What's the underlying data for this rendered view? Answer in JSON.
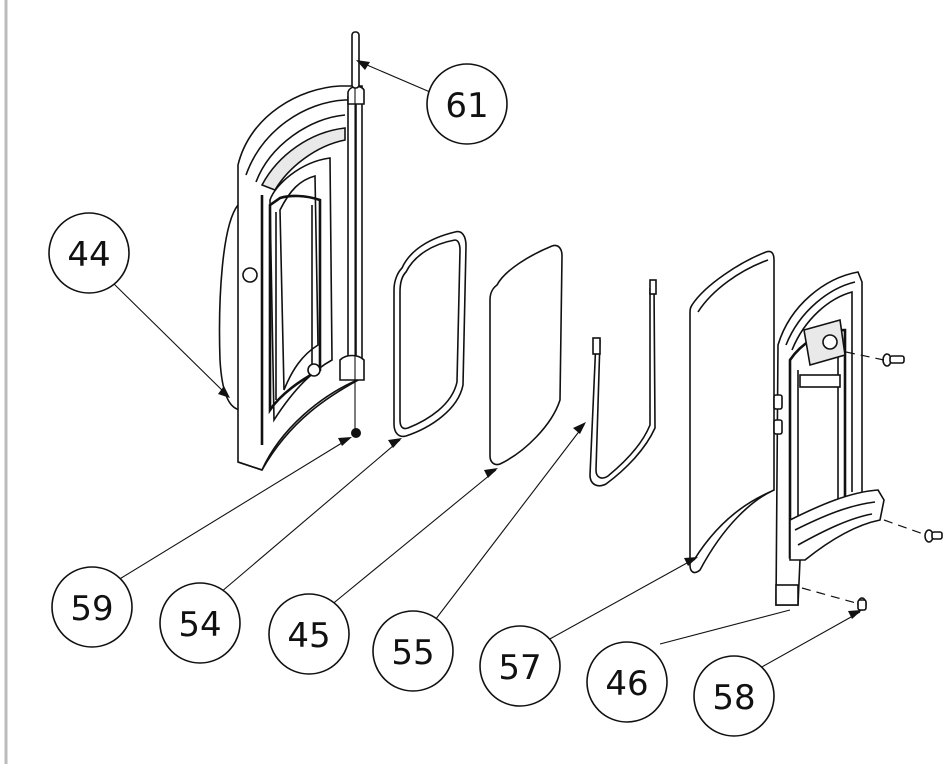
{
  "callouts": [
    {
      "label": "61"
    },
    {
      "label": "44"
    },
    {
      "label": "59"
    },
    {
      "label": "54"
    },
    {
      "label": "45"
    },
    {
      "label": "55"
    },
    {
      "label": "57"
    },
    {
      "label": "46"
    },
    {
      "label": "58"
    }
  ]
}
